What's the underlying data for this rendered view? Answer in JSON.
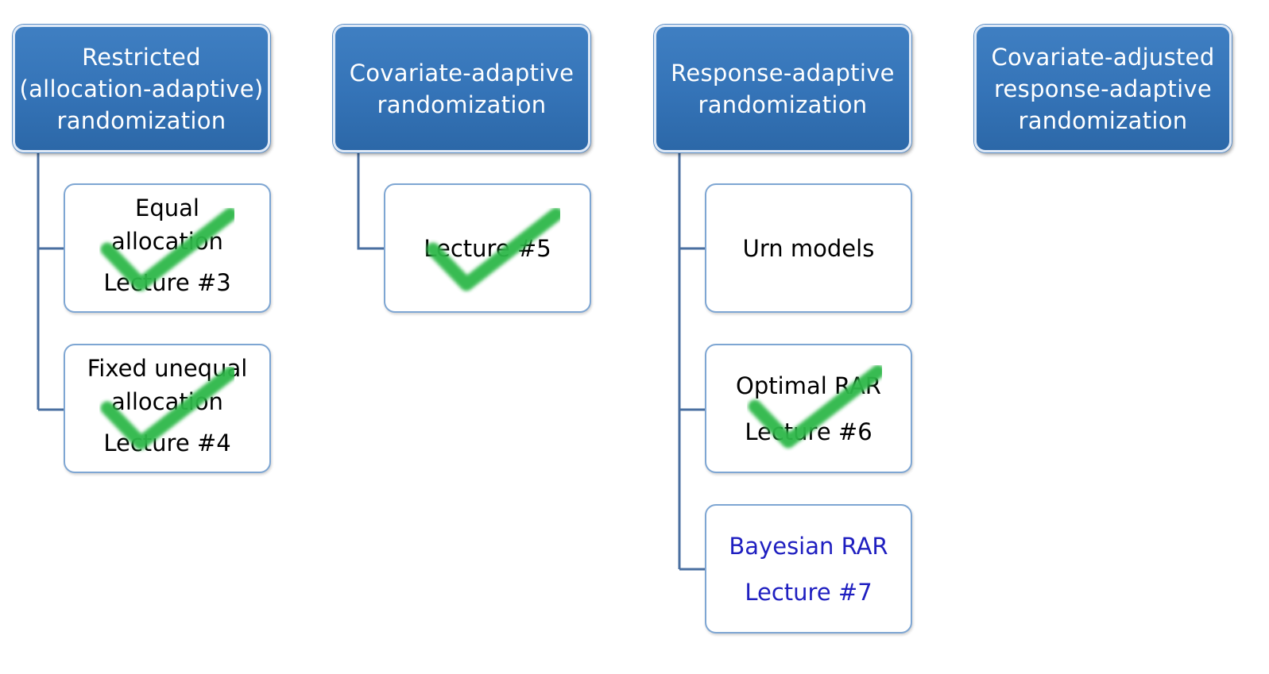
{
  "columns": [
    {
      "header": "Restricted\n(allocation-adaptive)\nrandomization",
      "children": [
        {
          "lines": [
            "Equal",
            "allocation",
            "Lecture #3"
          ],
          "checked": true
        },
        {
          "lines": [
            "Fixed unequal",
            "allocation",
            "Lecture #4"
          ],
          "checked": true
        }
      ]
    },
    {
      "header": "Covariate-adaptive\nrandomization",
      "children": [
        {
          "lines": [
            "Lecture #5"
          ],
          "checked": true
        }
      ]
    },
    {
      "header": "Response-adaptive\nrandomization",
      "children": [
        {
          "lines": [
            "Urn models"
          ],
          "checked": false
        },
        {
          "lines": [
            "Optimal RAR",
            "Lecture #6"
          ],
          "checked": true
        },
        {
          "lines": [
            "Bayesian RAR",
            "Lecture #7"
          ],
          "checked": false,
          "color": "#1f1fc0"
        }
      ]
    },
    {
      "header": "Covariate-adjusted\nresponse-adaptive\nrandomization",
      "children": []
    }
  ],
  "colors": {
    "header_fill": "#3473b7",
    "child_border": "#7ea6d3",
    "connector": "#4a6fa0",
    "check": "#2db84a",
    "pending_text": "#1f1fc0"
  },
  "icons": {
    "check": "check-mark-icon"
  }
}
